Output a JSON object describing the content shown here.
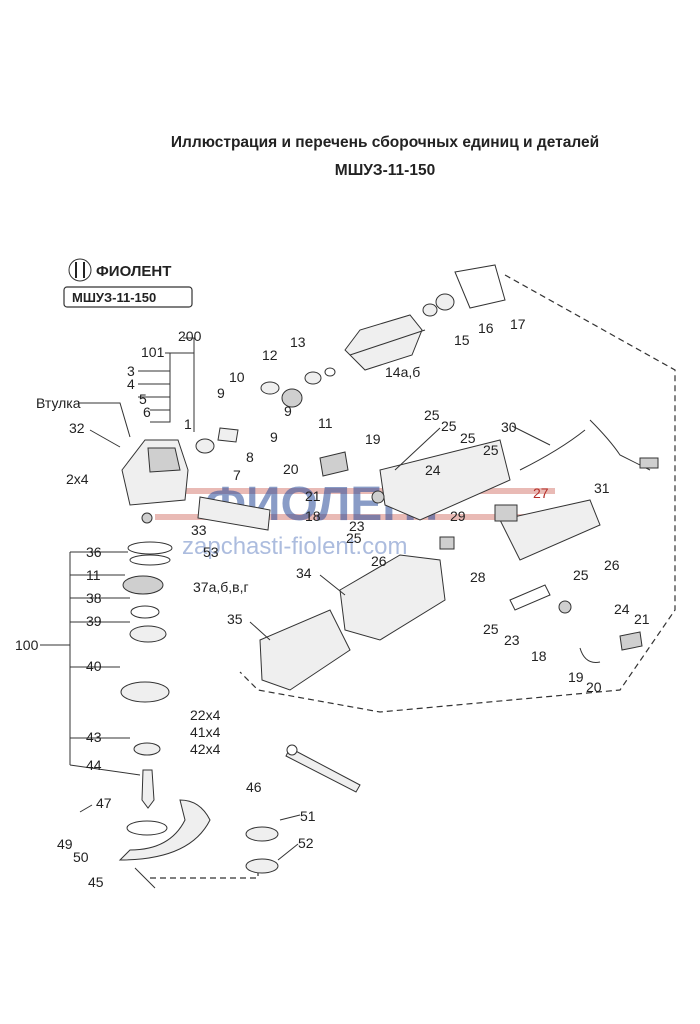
{
  "title": {
    "line1": "Иллюстрация и перечень сборочных единиц и деталей",
    "line2": "МШУЗ-11-150"
  },
  "brand": {
    "name": "ФИОЛЕНТ",
    "model": "МШУЗ-11-150"
  },
  "watermark": {
    "main": "ФИОЛЕНТ",
    "site": "zapchasti-fiolent.com"
  },
  "labels": {
    "vtulka": "Втулка",
    "l1": "1",
    "l3": "3",
    "l4": "4",
    "l5": "5",
    "l6": "6",
    "l7": "7",
    "l8": "8",
    "l9a": "9",
    "l9b": "9",
    "l9c": "9",
    "l10": "10",
    "l11a": "11",
    "l11b": "11",
    "l12": "12",
    "l13": "13",
    "l14": "14а,б",
    "l15": "15",
    "l16": "16",
    "l17": "17",
    "l18a": "18",
    "l18b": "18",
    "l19a": "19",
    "l19b": "19",
    "l20a": "20",
    "l20b": "20",
    "l21a": "21",
    "l21b": "21",
    "l23a": "23",
    "l23b": "23",
    "l24a": "24",
    "l24b": "24",
    "l25a": "25",
    "l25b": "25",
    "l25c": "25",
    "l25d": "25",
    "l25e": "25",
    "l25f": "25",
    "l25g": "25",
    "l26a": "26",
    "l26b": "26",
    "l27": "27",
    "l28": "28",
    "l29": "29",
    "l30": "30",
    "l31": "31",
    "l32": "32",
    "l2x4": "2х4",
    "l33": "33",
    "l34": "34",
    "l35": "35",
    "l36": "36",
    "l37": "37а,б,в,г",
    "l38": "38",
    "l39": "39",
    "l40": "40",
    "l41": "41х4",
    "l42": "42х4",
    "l22": "22х4",
    "l43": "43",
    "l44": "44",
    "l45": "45",
    "l46": "46",
    "l47": "47",
    "l49": "49",
    "l50": "50",
    "l51": "51",
    "l52": "52",
    "l53": "53",
    "l100": "100",
    "l101": "101",
    "l200": "200"
  },
  "colors": {
    "line": "#333333",
    "watermark_blue": "#2a4d9a",
    "watermark_red": "#c0392b",
    "label_red": "#b5302a"
  }
}
